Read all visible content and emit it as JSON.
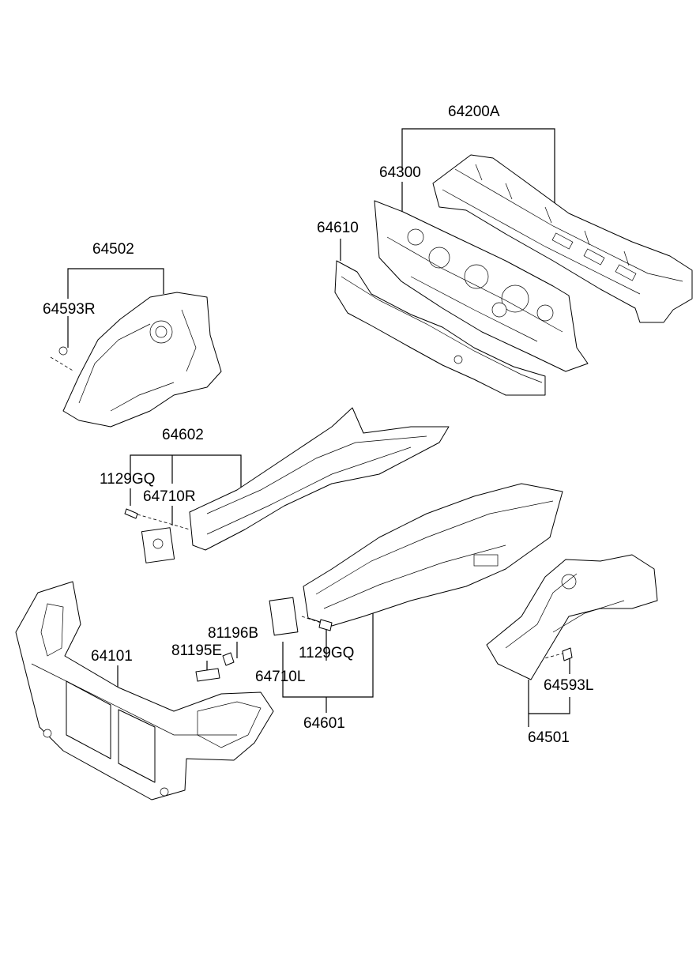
{
  "labels": {
    "p64200A": "64200A",
    "p64300": "64300",
    "p64610": "64610",
    "p64502": "64502",
    "p64593R": "64593R",
    "p64602": "64602",
    "p1129GQ_upper": "1129GQ",
    "p64710R": "64710R",
    "p81196B": "81196B",
    "p81195E": "81195E",
    "p64101": "64101",
    "p1129GQ_lower": "1129GQ",
    "p64710L": "64710L",
    "p64601": "64601",
    "p64593L": "64593L",
    "p64501": "64501"
  }
}
